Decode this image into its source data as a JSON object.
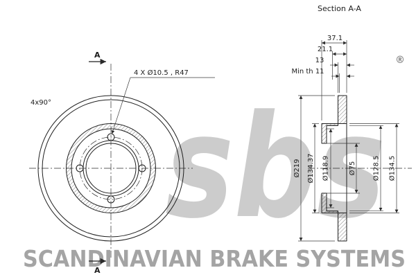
{
  "section_title": "Section A-A",
  "registered_mark": "®",
  "watermark": {
    "logo": "sbs",
    "footer": "SCANDINAVIAN BRAKE SYSTEMS"
  },
  "left_view": {
    "hole_callout": "4 X Ø10.5 , R47",
    "pattern_angle": "4x90°",
    "section_label_top": "A",
    "section_label_bottom": "A"
  },
  "section_dims": {
    "overall_width": "37.1",
    "hat_depth": "21.1",
    "disc_thickness": "13",
    "min_thickness": "Min th 11",
    "outer_diameter": "Ø219",
    "ring_inner_diameter": "Ø134.37",
    "hub_diameter": "Ø118.9",
    "bore_diameter": "Ø75",
    "hat_inner_diameter": "Ø128.5",
    "hat_outer_diameter": "Ø134.5"
  },
  "colors": {
    "line": "#1f1f1f",
    "dimension": "#3a3a3a",
    "watermark": "#adadad",
    "footer": "#9b9b9b",
    "background": "#ffffff"
  }
}
